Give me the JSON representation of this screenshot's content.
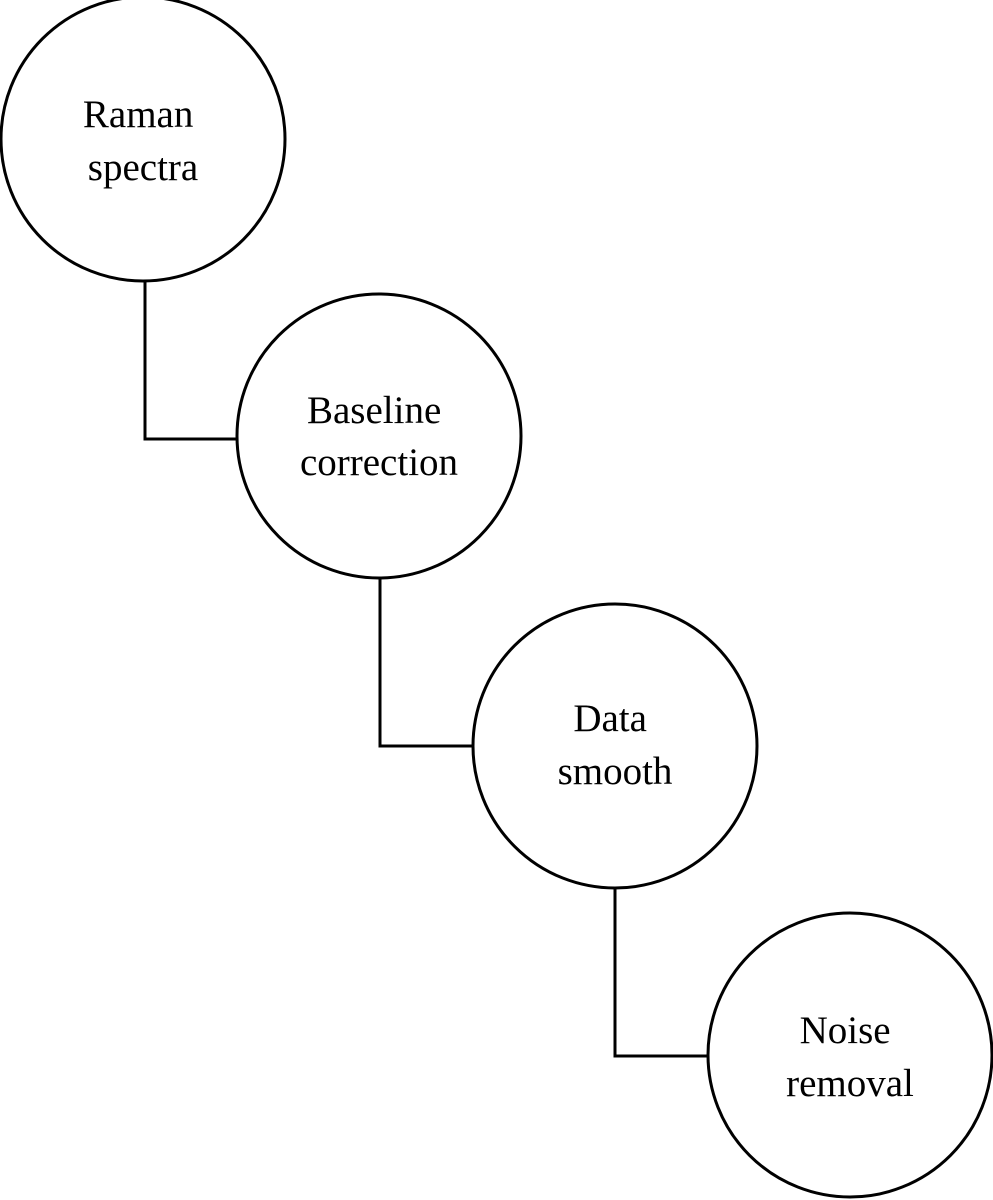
{
  "diagram": {
    "nodes": [
      {
        "id": "raman-spectra",
        "lines": [
          "Raman",
          "spectra"
        ]
      },
      {
        "id": "baseline-correction",
        "lines": [
          "Baseline",
          "correction"
        ]
      },
      {
        "id": "data-smooth",
        "lines": [
          "Data",
          "smooth"
        ]
      },
      {
        "id": "noise-removal",
        "lines": [
          "Noise",
          "removal"
        ]
      }
    ],
    "edges": [
      {
        "from": "raman-spectra",
        "to": "baseline-correction"
      },
      {
        "from": "baseline-correction",
        "to": "data-smooth"
      },
      {
        "from": "data-smooth",
        "to": "noise-removal"
      }
    ],
    "colors": {
      "stroke": "#000000",
      "fill": "#ffffff",
      "background": "#ffffff"
    }
  }
}
